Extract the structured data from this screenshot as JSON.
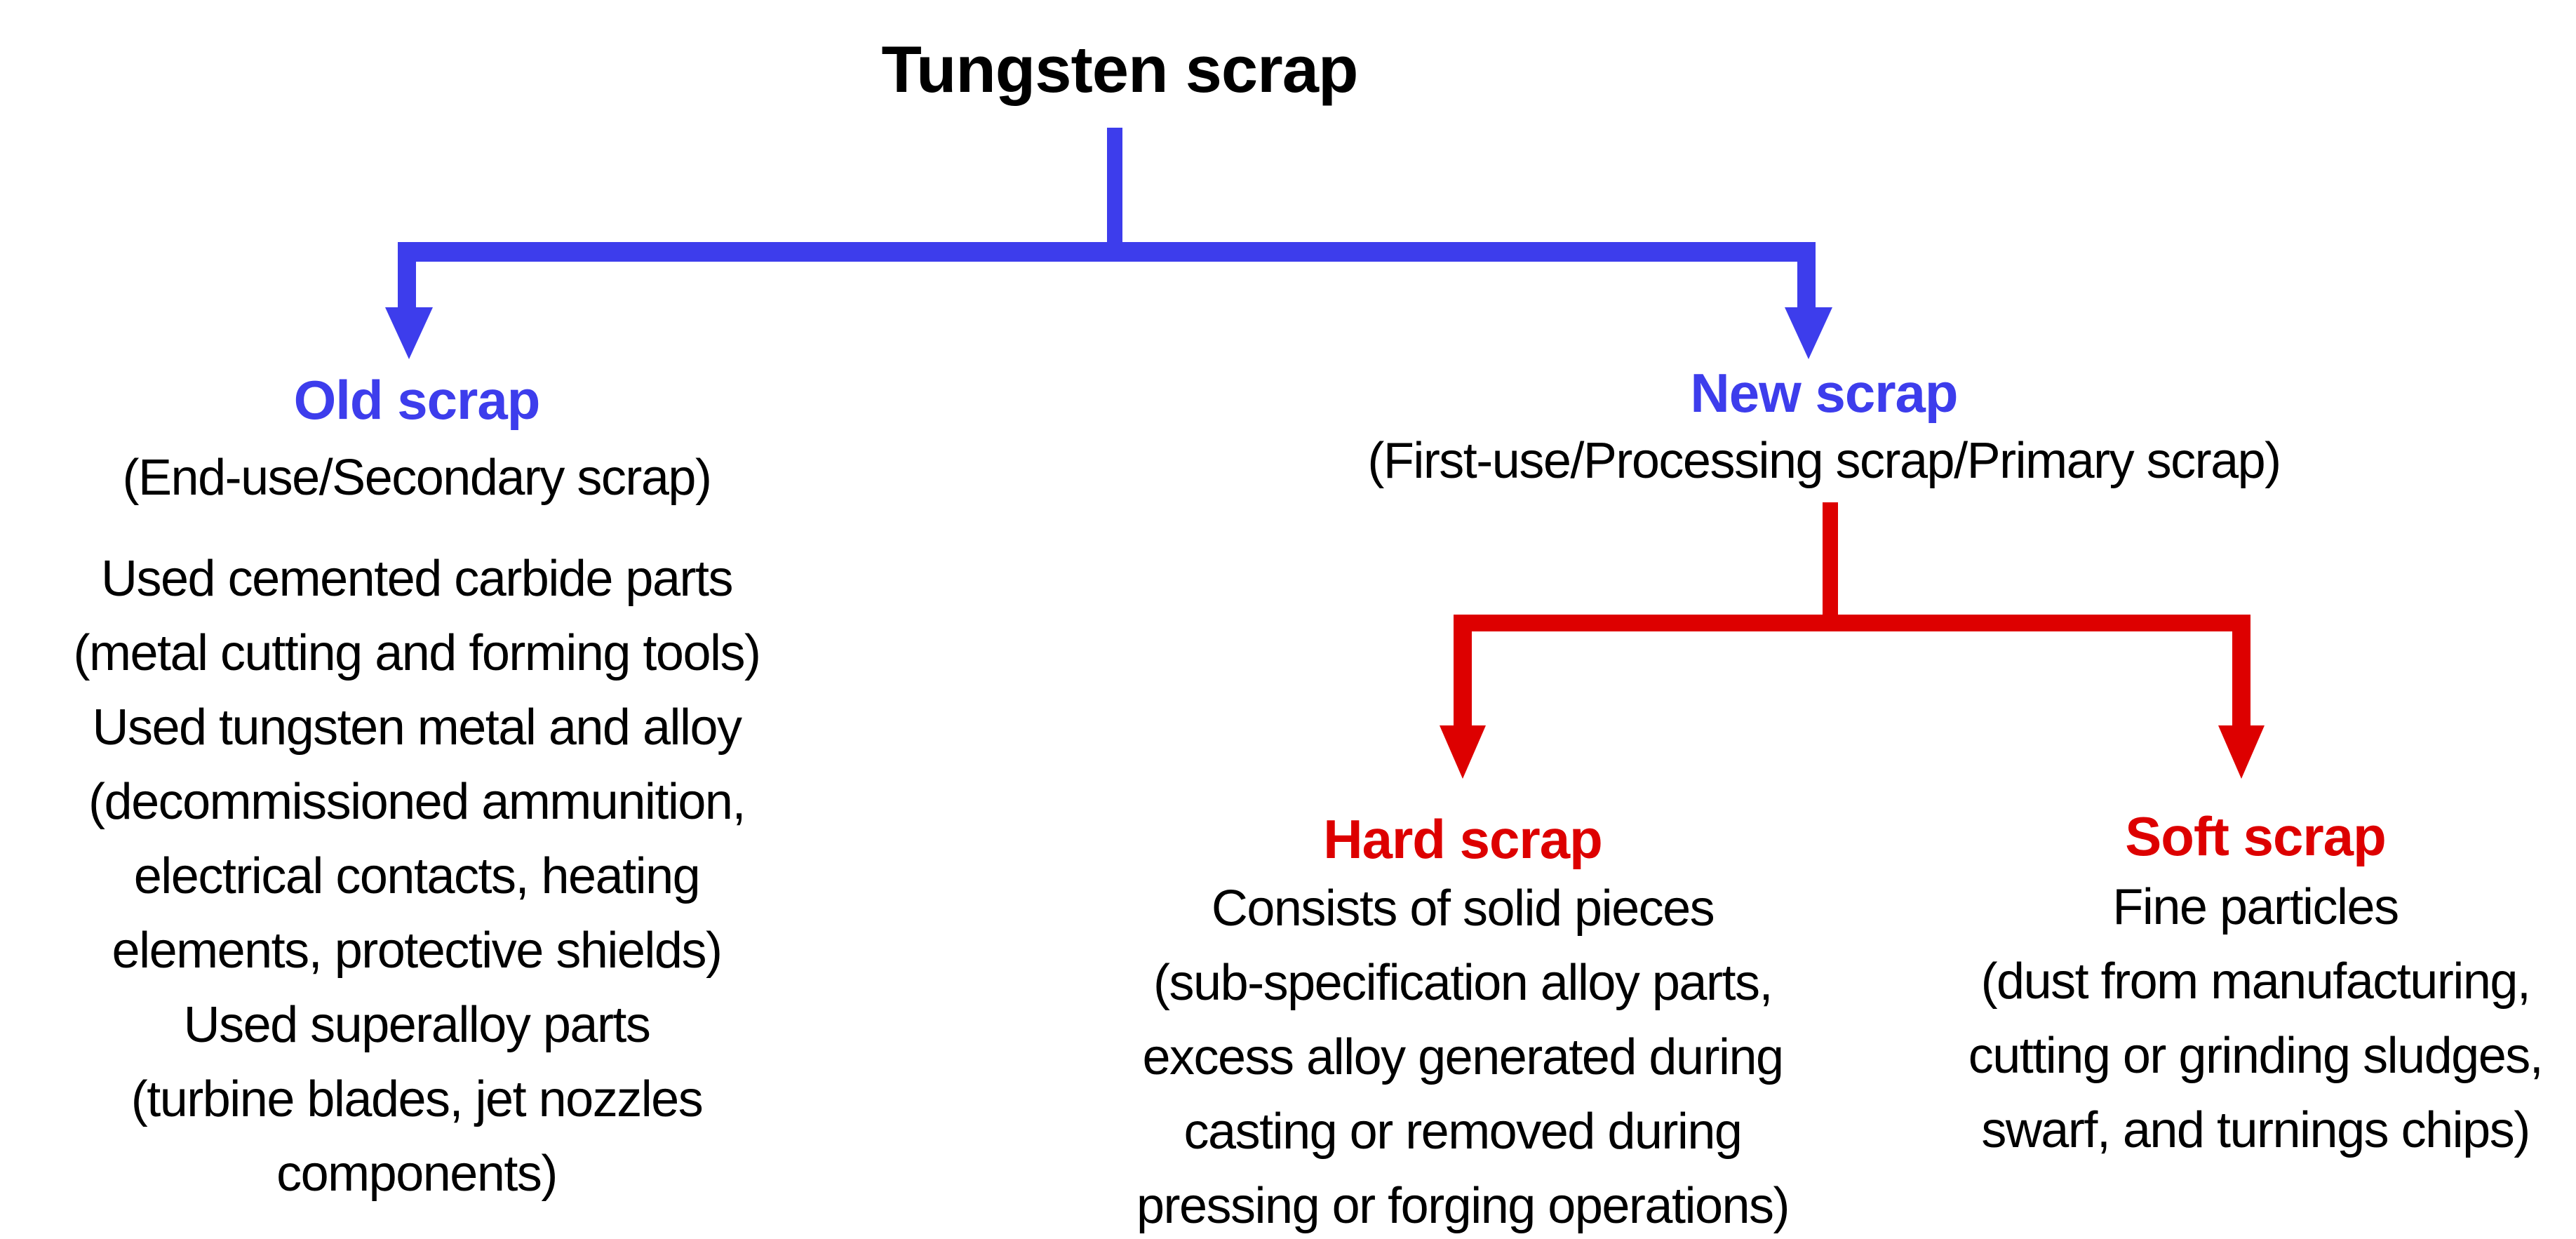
{
  "diagram": {
    "title": "Tungsten scrap",
    "colors": {
      "blue": "#3D3DEC",
      "red": "#DD0000",
      "text": "#000000",
      "background": "#FFFFFF"
    },
    "nodes": {
      "old_scrap": {
        "heading": "Old scrap",
        "subtitle": "(End-use/Secondary scrap)",
        "lines": [
          "Used cemented carbide parts",
          "(metal cutting and forming tools)",
          "Used tungsten metal and alloy",
          "(decommissioned ammunition,",
          "electrical contacts, heating",
          "elements, protective shields)",
          "Used superalloy parts",
          "(turbine blades, jet nozzles",
          "components)"
        ]
      },
      "new_scrap": {
        "heading": "New scrap",
        "subtitle": "(First-use/Processing scrap/Primary scrap)"
      },
      "hard_scrap": {
        "heading": "Hard scrap",
        "lines": [
          "Consists of solid pieces",
          "(sub-specification alloy parts,",
          "excess alloy generated during",
          "casting or removed during",
          "pressing or forging operations)"
        ]
      },
      "soft_scrap": {
        "heading": "Soft scrap",
        "lines": [
          "Fine particles",
          "(dust from manufacturing,",
          "cutting or grinding sludges,",
          "swarf, and turnings chips)"
        ]
      }
    }
  }
}
